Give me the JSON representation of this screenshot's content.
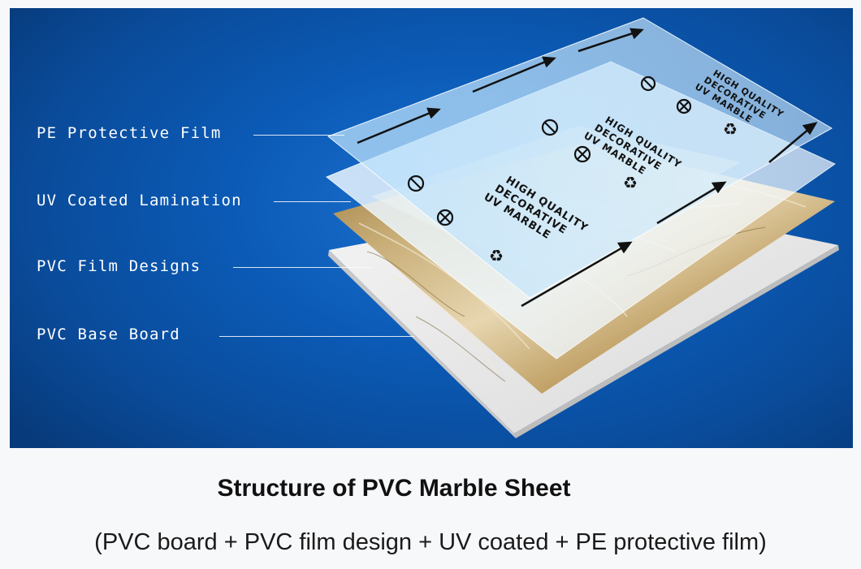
{
  "diagram": {
    "layers": [
      {
        "label": "PE Protective Film"
      },
      {
        "label": "UV Coated Lamination"
      },
      {
        "label": "PVC Film Designs"
      },
      {
        "label": "PVC Base Board"
      }
    ],
    "sheet_print": {
      "line1": "HIGH QUALITY",
      "line2": "DECORATIVE",
      "line3": "UV MARBLE"
    }
  },
  "caption": {
    "title": "Structure of PVC Marble Sheet",
    "subtitle": "(PVC board + PVC film design + UV coated + PE protective film)"
  }
}
